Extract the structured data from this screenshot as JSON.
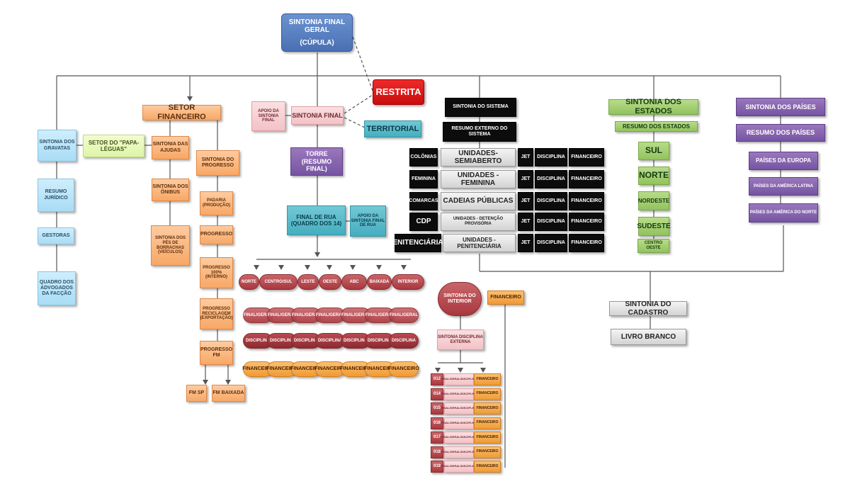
{
  "top": {
    "title": "SINTONIA FINAL GERAL",
    "subtitle": "(CÚPULA)"
  },
  "core": {
    "restrita": "RESTRITA",
    "apoio": "APOIO DA SINTONIA FINAL",
    "sintonia_final": "SINTONIA FINAL",
    "territorial": "TERRITORIAL",
    "torre": "TORRE (RESUMO FINAL)",
    "final_de_rua": "FINAL DE RUA (QUADRO DOS 14)",
    "apoio_rua": "APOIO DA SINTONIA FINAL DE RUA"
  },
  "gravatas": [
    "SINTONIA DOS GRAVATAS",
    "RESUMO JURÍDICO",
    "GESTORAS",
    "QUADRO DOS ADVOGADOS DA FACÇÃO"
  ],
  "papa_leguas": "SETOR DO \"PAPA-LÉGUAS\"",
  "financeiro": {
    "title": "SETOR FINANCEIRO",
    "col1": [
      "SINTONIA DAS AJUDAS",
      "SINTONIA DOS ÔNIBUS",
      "SINTONIA DOS PÉS DE BORRACHAS (VEÍCULOS)"
    ],
    "col2": [
      "SINTONIA DO PROGRESSO",
      "PADARIA (PRODUÇÃO)",
      "PROGRESSO",
      "PROGRESSO 100% (INTERNO)",
      "PROGRESSO RECICLAGEM (EXPORTAÇÃO)",
      "PROGRESSO FM"
    ],
    "fm_sp": "FM SP",
    "fm_baixada": "FM BAIXADA"
  },
  "regions": {
    "names": [
      "NORTE",
      "CENTRO/SUL",
      "LESTE",
      "OESTE",
      "ABC",
      "BAIXADA",
      "INTERIOR"
    ],
    "final_label": "FINAL/GERAL",
    "disciplina_label": "DISCIPLINA",
    "financeiro_label": "FINANCEIRO"
  },
  "interior": {
    "title": "SINTONIA DO INTERIOR",
    "financeiro": "FINANCEIRO",
    "disciplina": "SINTONIA DISCIPLINA EXTERNA",
    "ddd": [
      "012",
      "014",
      "015",
      "016",
      "017",
      "018",
      "019"
    ],
    "final_label": "FINAL/GERAL/DISCIPLINA",
    "fin_label": "FINANCEIRO"
  },
  "sistema": {
    "title": "SINTONIA DO SISTEMA",
    "resumo": "RESUMO EXTERNO DO SISTEMA",
    "rows": [
      {
        "left": "COLÔNIAS",
        "unit": "UNIDADES- SEMIABERTO"
      },
      {
        "left": "FEMININA",
        "unit": "UNIDADES - FEMININA"
      },
      {
        "left": "COMARCAS",
        "unit": "CADEIAS PÚBLICAS"
      },
      {
        "left": "CDP",
        "unit": "UNIDADES - DETENÇÃO PROVISÓRIA"
      },
      {
        "left": "PENITENCIÁRIAS",
        "unit": "UNIDADES - PENITENCIÁRIA"
      }
    ],
    "jet": "JET",
    "disciplina": "DISCIPLINA",
    "financeiro": "FINANCEIRO"
  },
  "estados": {
    "title": "SINTONIA DOS ESTADOS",
    "resumo": "RESUMO DOS ESTADOS",
    "items": [
      "SUL",
      "NORTE",
      "NORDESTE",
      "SUDESTE",
      "CENTRO OESTE"
    ]
  },
  "paises": {
    "items": [
      "SINTONIA DOS PAÍSES",
      "RESUMO DOS PAÍSES",
      "PAÍSES DA EUROPA",
      "PAÍSES DA AMÉRICA LATINA",
      "PAÍSES DA AMÉRICA DO NORTE"
    ]
  },
  "cadastro": [
    "SINTONIA DO CADASTRO",
    "LIVRO BRANCO"
  ],
  "colors": {
    "orange": "#f7a866",
    "blue": "#a9dcf5",
    "purple": "#7654a2",
    "teal": "#45aebf",
    "red": "#c90c0c",
    "black": "#0c0c0c",
    "green": "#92c35d",
    "maroon": "#a8383e"
  }
}
